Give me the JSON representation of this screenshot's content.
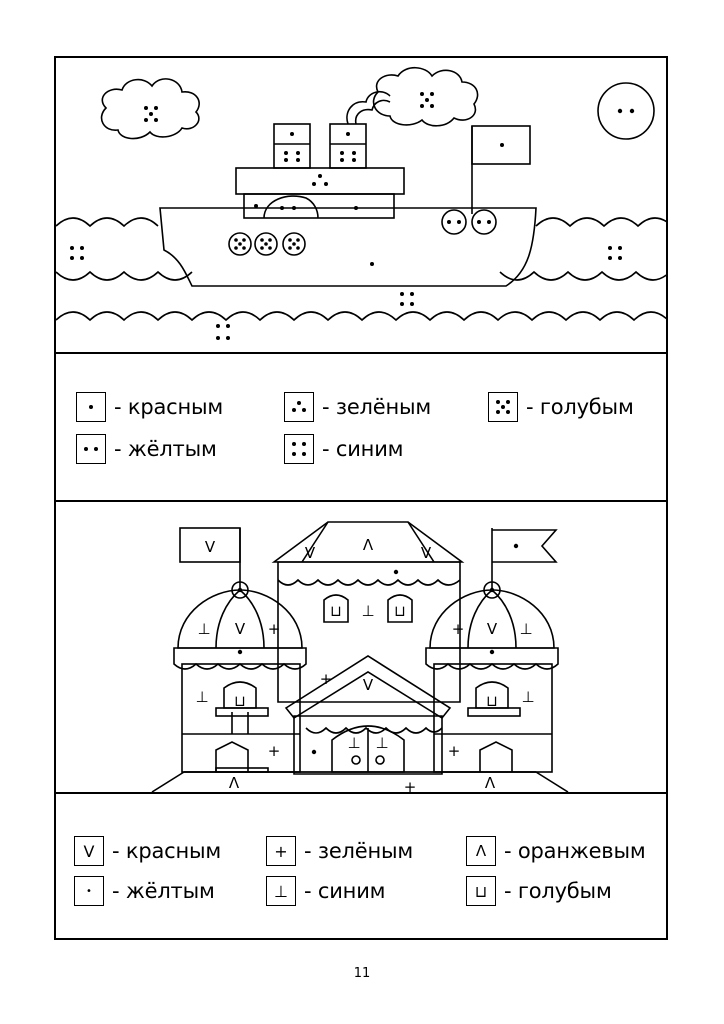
{
  "page": {
    "number": "11"
  },
  "legend_dots": {
    "items": [
      {
        "pattern": "dots-1",
        "dash": "-",
        "label": "красным",
        "color": "red"
      },
      {
        "pattern": "dots-3",
        "dash": "-",
        "label": "зелёным",
        "color": "green"
      },
      {
        "pattern": "dots-5",
        "dash": "-",
        "label": "голубым",
        "color": "light-blue"
      },
      {
        "pattern": "dots-2",
        "dash": "-",
        "label": "жёлтым",
        "color": "yellow"
      },
      {
        "pattern": "dots-4",
        "dash": "-",
        "label": "синим",
        "color": "blue"
      }
    ]
  },
  "legend_symbols": {
    "items": [
      {
        "symbol": "V",
        "dash": "-",
        "label": "красным",
        "color": "red"
      },
      {
        "symbol": "+",
        "dash": "-",
        "label": "зелёным",
        "color": "green"
      },
      {
        "symbol": "Λ",
        "dash": "-",
        "label": "оранжевым",
        "color": "orange"
      },
      {
        "symbol": "•",
        "dash": "-",
        "label": "жёлтым",
        "color": "yellow"
      },
      {
        "symbol": "⊥",
        "dash": "-",
        "label": "синим",
        "color": "blue"
      },
      {
        "symbol": "⊔",
        "dash": "-",
        "label": "голубым",
        "color": "light-blue"
      }
    ]
  },
  "marks": {
    "v": "V",
    "caret": "Λ",
    "plus": "+",
    "perp": "⊥",
    "cup": "⊔"
  }
}
